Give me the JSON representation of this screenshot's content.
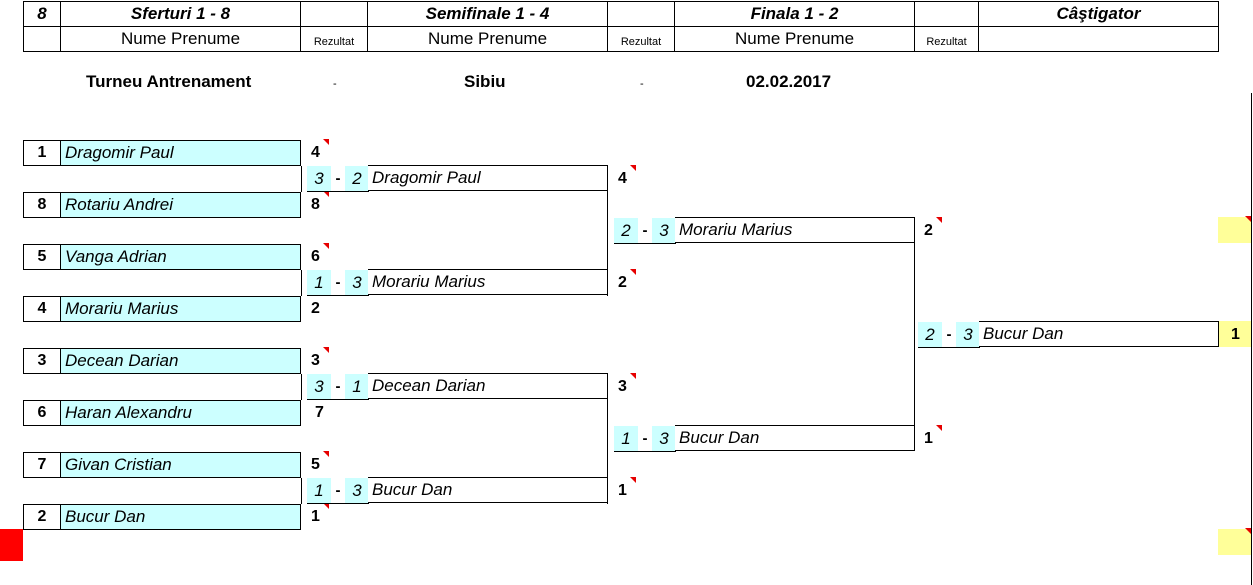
{
  "header": {
    "draw_size": "8",
    "col_round1": "Sferturi 1 - 8",
    "col_round2": "Semifinale 1 - 4",
    "col_round3": "Finala 1 - 2",
    "col_winner": "Câştigator",
    "name_label": "Nume Prenume",
    "result_label": "Rezultat"
  },
  "tournament": {
    "name": "Turneu Antrenament",
    "city": "Sibiu",
    "date": "02.02.2017",
    "sep": "-"
  },
  "round1": [
    {
      "seed": "1",
      "name": "Dragomir Paul",
      "score": "4"
    },
    {
      "seed": "8",
      "name": "Rotariu Andrei",
      "score": "8"
    },
    {
      "seed": "5",
      "name": "Vanga Adrian",
      "score": "6"
    },
    {
      "seed": "4",
      "name": "Morariu Marius",
      "score": "2"
    },
    {
      "seed": "3",
      "name": "Decean Darian",
      "score": "3"
    },
    {
      "seed": "6",
      "name": "Haran Alexandru",
      "score": "7"
    },
    {
      "seed": "7",
      "name": "Givan Cristian",
      "score": "5"
    },
    {
      "seed": "2",
      "name": "Bucur Dan",
      "score": "1"
    }
  ],
  "round2": [
    {
      "a": "3",
      "b": "2",
      "name": "Dragomir Paul",
      "score": "4"
    },
    {
      "a": "1",
      "b": "3",
      "name": "Morariu Marius",
      "score": "2"
    },
    {
      "a": "3",
      "b": "1",
      "name": "Decean Darian",
      "score": "3"
    },
    {
      "a": "1",
      "b": "3",
      "name": "Bucur Dan",
      "score": "1"
    }
  ],
  "round3": [
    {
      "a": "2",
      "b": "3",
      "name": "Morariu Marius",
      "score": "2"
    },
    {
      "a": "1",
      "b": "3",
      "name": "Bucur Dan",
      "score": "1"
    }
  ],
  "final": {
    "a": "2",
    "b": "3",
    "name": "Bucur Dan",
    "score": "1"
  }
}
